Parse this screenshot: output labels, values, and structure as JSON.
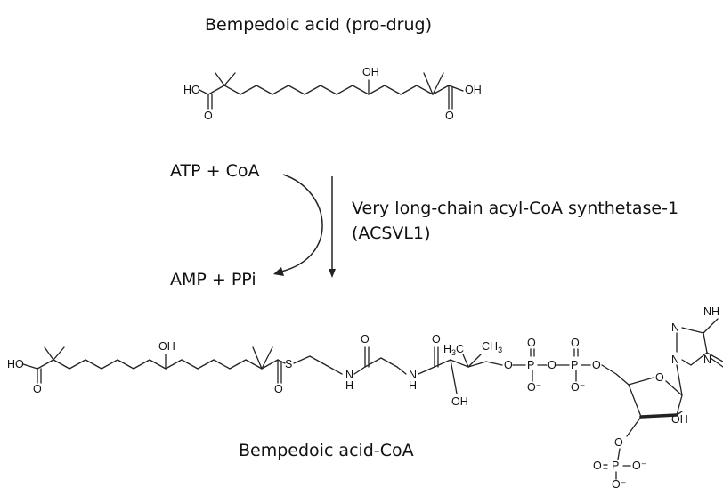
{
  "titles": {
    "prodrug": "Bempedoic acid (pro-drug)",
    "product": "Bempedoic acid-CoA"
  },
  "reaction": {
    "substrates": "ATP + CoA",
    "byproducts": "AMP + PPi",
    "enzyme_line1": "Very long-chain acyl-CoA synthetase-1",
    "enzyme_line2": "(ACSVL1)"
  },
  "atoms": {
    "oh": "OH",
    "ho": "HO",
    "o": "O",
    "s": "S",
    "n": "N",
    "h": "H",
    "p": "P",
    "o_minus": "O⁻",
    "nh": "NH",
    "ch3": "CH",
    "sub3": "3"
  }
}
